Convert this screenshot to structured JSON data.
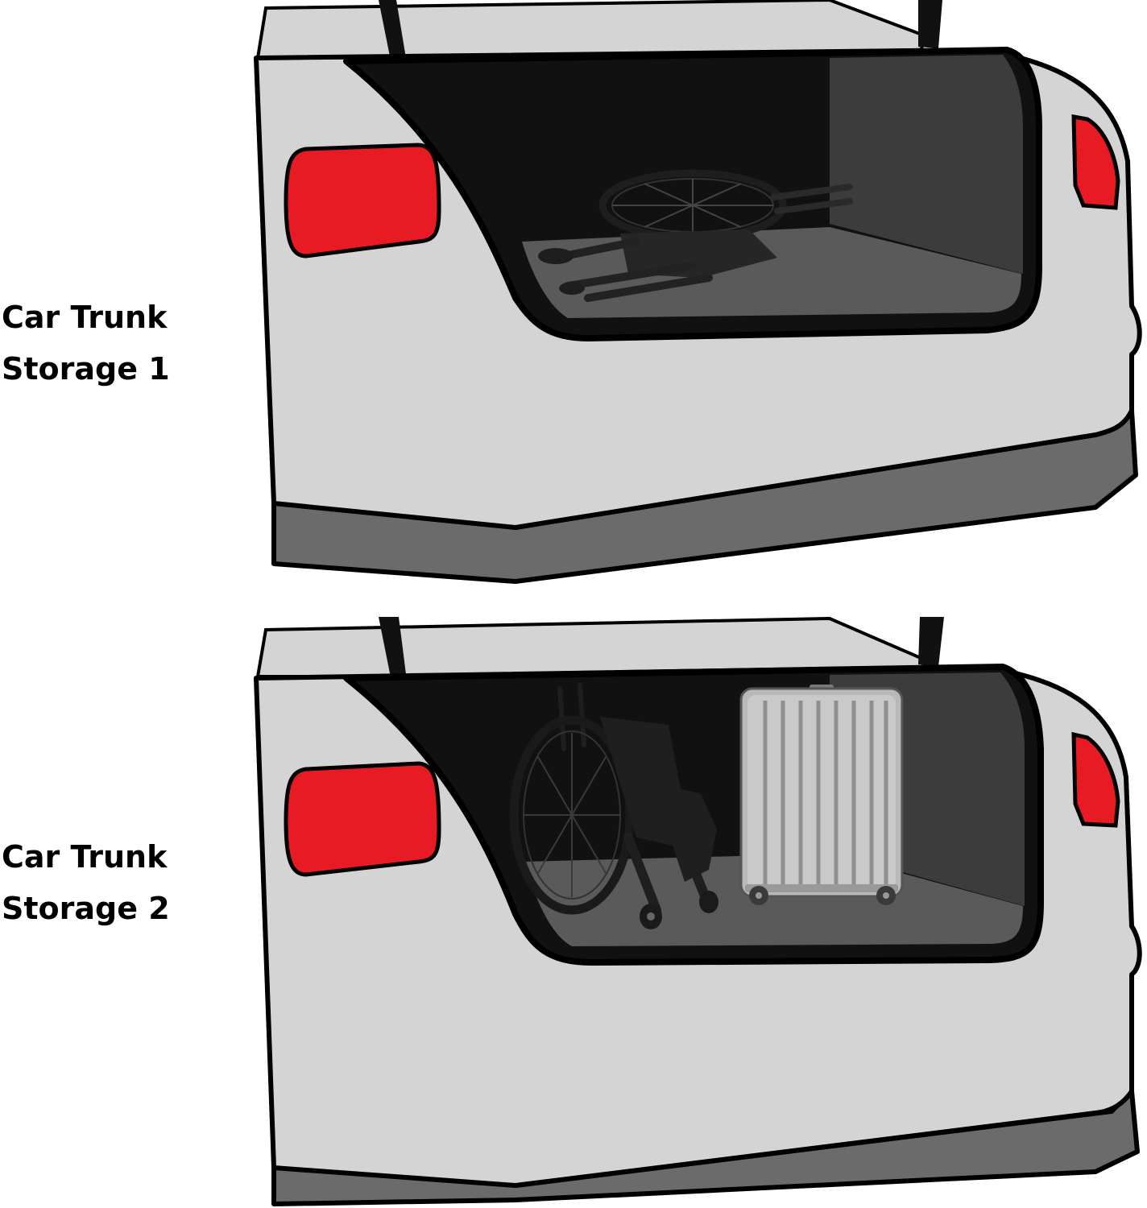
{
  "panels": [
    {
      "label_line1": "Car Trunk",
      "label_line2": "Storage 1",
      "contents": [
        "folded-wheelchair"
      ]
    },
    {
      "label_line1": "Car Trunk",
      "label_line2": "Storage 2",
      "contents": [
        "folded-wheelchair",
        "suitcase"
      ]
    }
  ],
  "colors": {
    "car_body": "#d4d4d4",
    "car_outline": "#000000",
    "bumper": "#6b6b6b",
    "trunk_interior": "#111111",
    "trunk_side_wall": "#3c3c3c",
    "trunk_floor": "#5a5a5a",
    "tail_light": "#e81b24",
    "suitcase": "#b9b9b9"
  }
}
